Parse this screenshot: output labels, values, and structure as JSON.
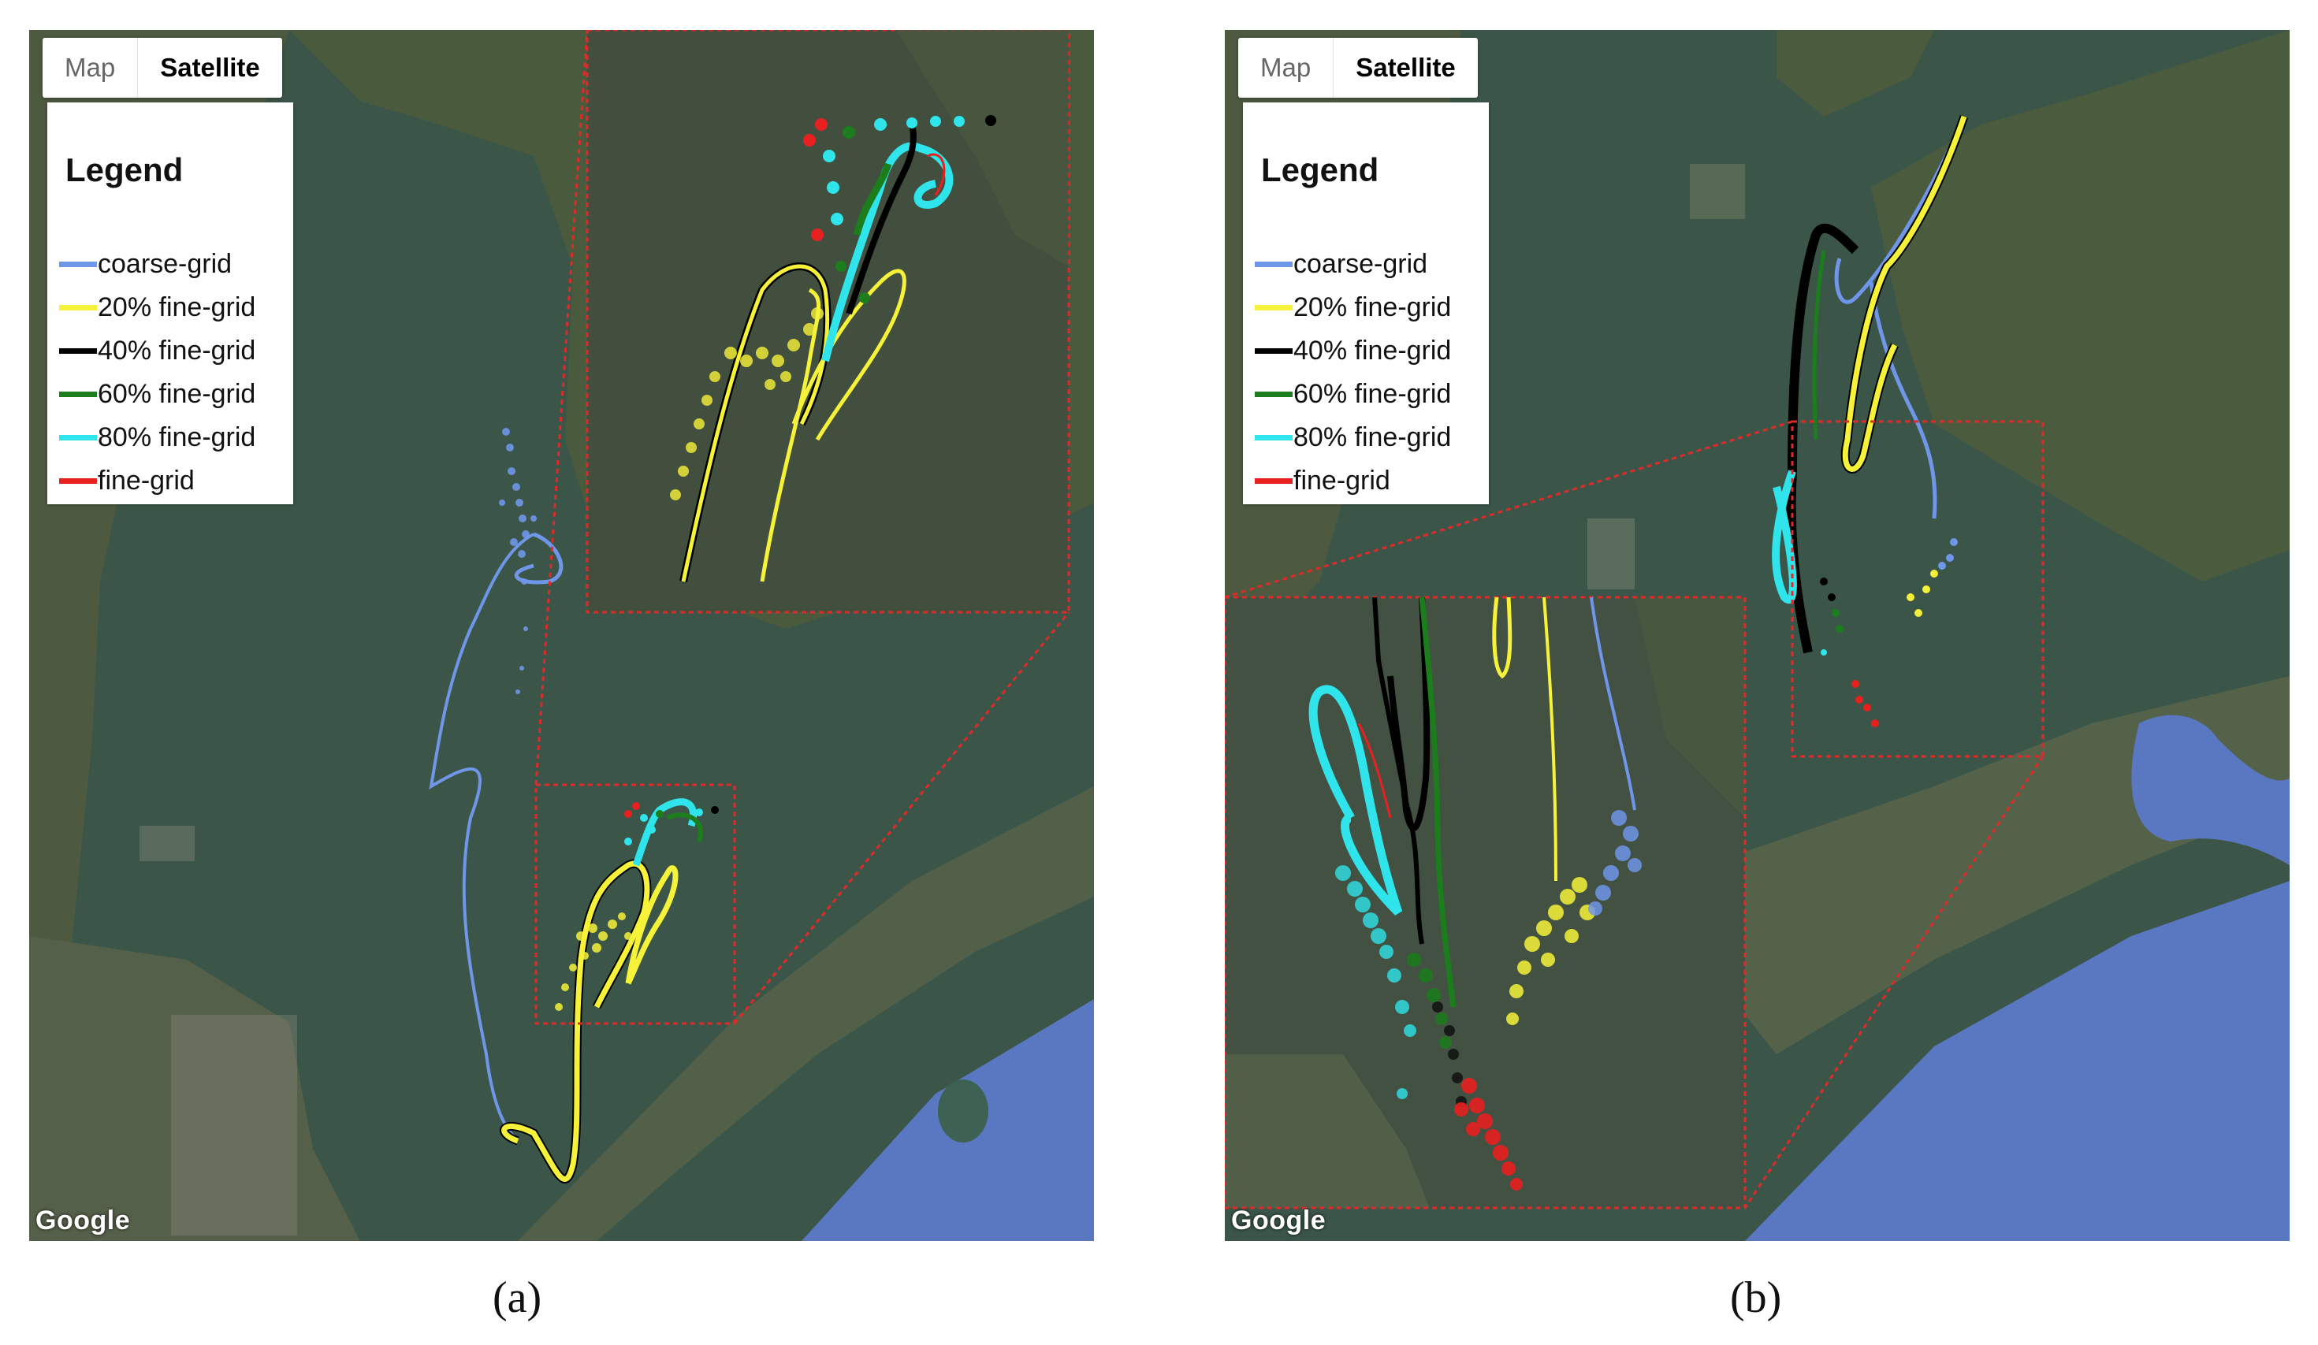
{
  "panels": {
    "a": {
      "maptype": {
        "map_label": "Map",
        "satellite_label": "Satellite",
        "selected": "Satellite"
      },
      "legend": {
        "title": "Legend",
        "items": [
          {
            "label": "coarse-grid",
            "color": "#6f96e8"
          },
          {
            "label": "20% fine-grid",
            "color": "#f6f23a"
          },
          {
            "label": "40% fine-grid",
            "color": "#000000"
          },
          {
            "label": "60% fine-grid",
            "color": "#1b7d1b"
          },
          {
            "label": "80% fine-grid",
            "color": "#2fe4ea"
          },
          {
            "label": "fine-grid",
            "color": "#e82020"
          }
        ]
      },
      "attribution": "Google",
      "caption": "(a)"
    },
    "b": {
      "maptype": {
        "map_label": "Map",
        "satellite_label": "Satellite",
        "selected": "Satellite"
      },
      "legend": {
        "title": "Legend",
        "items": [
          {
            "label": "coarse-grid",
            "color": "#6f96e8"
          },
          {
            "label": "20% fine-grid",
            "color": "#f6f23a"
          },
          {
            "label": "40% fine-grid",
            "color": "#000000"
          },
          {
            "label": "60% fine-grid",
            "color": "#1b7d1b"
          },
          {
            "label": "80% fine-grid",
            "color": "#2fe4ea"
          },
          {
            "label": "fine-grid",
            "color": "#e82020"
          }
        ]
      },
      "attribution": "Google",
      "caption": "(b)"
    }
  },
  "colors": {
    "water": "#3b5648",
    "land": "#4c5a3e",
    "ocean": "#5a78c2",
    "zoom_box": "#e02a2a"
  }
}
